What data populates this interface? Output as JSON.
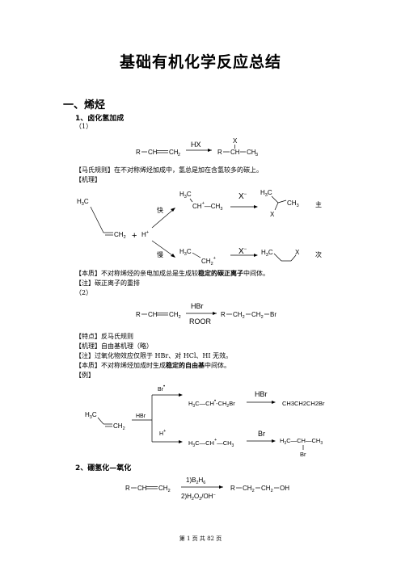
{
  "title": "基础有机化学反应总结",
  "section1": "一、烯烃",
  "sub1": "1、卤化氢加成",
  "p1": "（1）",
  "rx1": {
    "left_r": "R",
    "left_ch": "CH",
    "left_ch2": "CH",
    "sub2": "2",
    "reagent": "HX",
    "right_x": "X",
    "right_r": "R",
    "right_ch": "CH",
    "right_ch3": "CH",
    "sub3": "3"
  },
  "rule": "【马氏规则】在不对称烯烃加成中，氢总是加在含氢较多的碳上。",
  "mech": "【机理】",
  "mech_fig": {
    "h3c": "H",
    "c": "C",
    "ch2": "CH",
    "plus": "+",
    "hplus": "H",
    "fast": "快",
    "slow": "慢",
    "cation_top": "CH",
    "ch3_top": "CH",
    "xminus": "X",
    "main": "主",
    "minor": "次",
    "prod_x": "X"
  },
  "essence1_a": "【本质】不对称烯烃的亲电加成总是生成较",
  "essence1_b": "稳定的碳正离子",
  "essence1_c": "中间体。",
  "note1": "【注】碳正离子的重排",
  "p2": "（2）",
  "rx2": {
    "reagent": "HBr",
    "condition": "ROOR",
    "br": "Br"
  },
  "feature": "【特点】反马氏规则",
  "mech2": "【机理】自由基机理（略）",
  "note2": "【注】过氧化物效应仅限于 HBr、对 HCl、HI 无效。",
  "essence2_a": "【本质】不对称烯烃加成时生成",
  "essence2_b": "稳定的自由基",
  "essence2_c": "中间体。",
  "example": "【例】",
  "ex_fig": {
    "hbr": "HBr",
    "br_radical": "Br",
    "hplus": "H",
    "prod1": "CH3CH2CH2Br",
    "br": "Br"
  },
  "sub2": "2、硼氢化—氧化",
  "rx3": {
    "reagent1": "1)B",
    "reagent2": "2)H",
    "oh": "OH"
  },
  "footer": "第 1 页 共 82 页"
}
